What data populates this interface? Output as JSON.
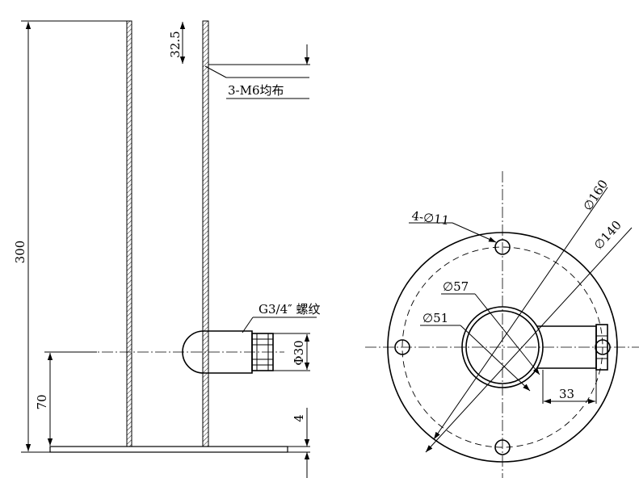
{
  "side_view": {
    "dim_overall_height": "300",
    "dim_outlet_height": "70",
    "dim_plate_thickness": "4",
    "dim_top_hole_offset": "32.5",
    "note_mounting_holes": "3-M6均布",
    "note_thread": "G3/4″ 螺纹",
    "dim_outlet_diameter": "Φ30"
  },
  "top_view": {
    "dim_bolt_holes": "4-∅11",
    "dim_flange_od": "∅160",
    "dim_bolt_circle": "∅140",
    "dim_tube_od": "∅57",
    "dim_tube_id": "∅51",
    "dim_outlet_length": "33"
  },
  "colors": {
    "line": "#000000",
    "background": "#ffffff"
  }
}
